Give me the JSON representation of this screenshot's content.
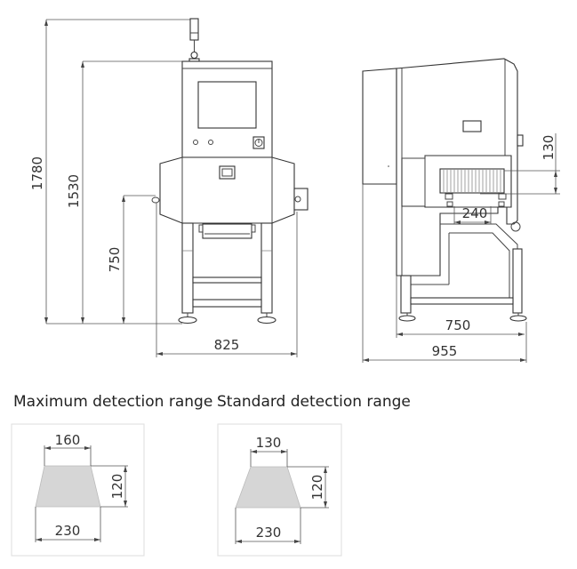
{
  "front_view": {
    "dims": {
      "total_height": "1780",
      "cabinet_height": "1530",
      "conveyor_height": "750",
      "width": "825"
    }
  },
  "side_view": {
    "dims": {
      "tunnel_height": "130",
      "tunnel_width": "240",
      "frame_depth": "750",
      "total_depth": "955"
    }
  },
  "detection_ranges": [
    {
      "title": "Maximum detection range",
      "top_width": "160",
      "height": "120",
      "bottom_width": "230"
    },
    {
      "title": "Standard detection range",
      "top_width": "130",
      "height": "120",
      "bottom_width": "230"
    }
  ]
}
